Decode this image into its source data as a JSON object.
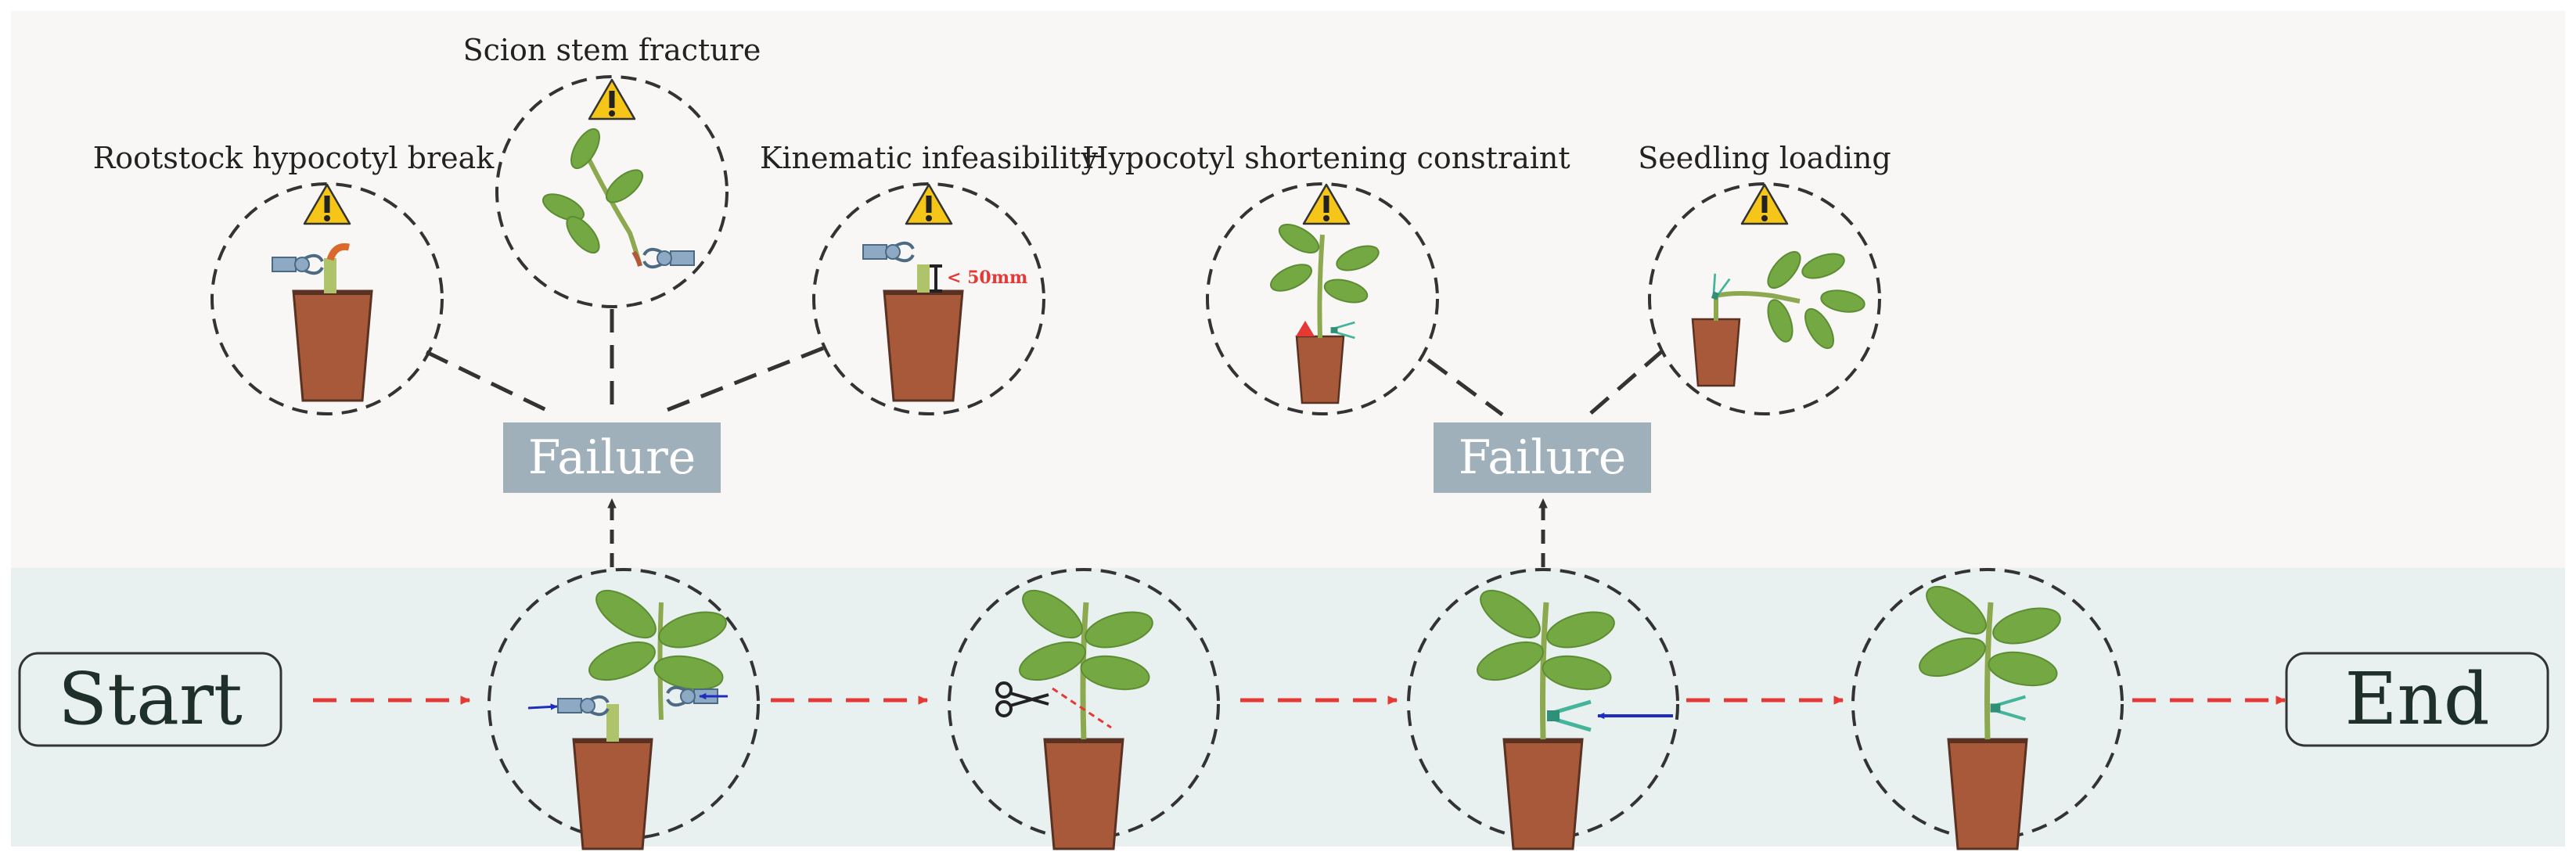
{
  "colors": {
    "top_panel": "#f8f7f5",
    "bottom_panel": "#e8f1ef",
    "failure_box": "#9fb0bb",
    "flow_arrow": "#e53935",
    "pot": "#a8593a",
    "leaf": "#74a843",
    "stem": "#aec36a",
    "gripper": "#8ea9c4",
    "clip": "#44b59a",
    "warning": "#f5c518",
    "blue_arrow": "#1f2dbf"
  },
  "terminals": {
    "start": "Start",
    "end": "End"
  },
  "failure_groups": [
    {
      "label": "Failure",
      "modes": [
        {
          "label": "Rootstock hypocotyl break",
          "icon": "warning-icon"
        },
        {
          "label": "Scion stem fracture",
          "icon": "warning-icon"
        },
        {
          "label": "Kinematic infeasibility",
          "icon": "warning-icon",
          "annotation": "< 50mm"
        }
      ]
    },
    {
      "label": "Failure",
      "modes": [
        {
          "label": "Hypocotyl shortening constraint",
          "icon": "warning-icon"
        },
        {
          "label": "Seedling loading",
          "icon": "warning-icon"
        }
      ]
    }
  ],
  "steps": [
    {
      "icon": "gripper-icon"
    },
    {
      "icon": "scissors-icon"
    },
    {
      "icon": "clip-icon"
    },
    {
      "icon": "clip-icon"
    }
  ]
}
